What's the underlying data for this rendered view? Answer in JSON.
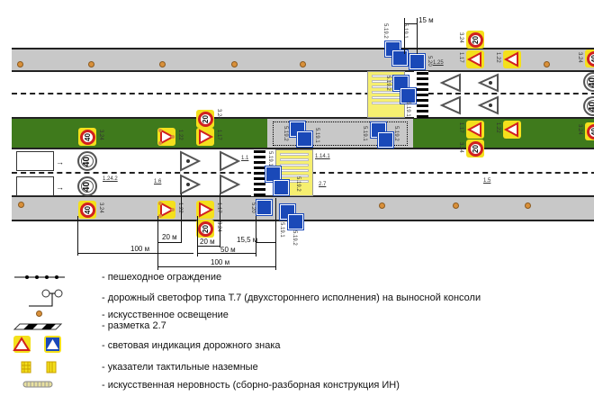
{
  "diagram": {
    "speed_limits": {
      "s40": "40",
      "s20": "20"
    },
    "sign_codes": {
      "c324": "3.24",
      "c117": "1.17",
      "c122": "1.22",
      "c520": "5.20",
      "c5191": "5.19.1",
      "c5192": "5.19.2"
    },
    "marking_labels": {
      "m11": "1.1",
      "m16": "1.6",
      "m15": "1.5",
      "m1242": "1.24.2",
      "m1141": "1.14.1",
      "m27": "2.7",
      "m125": "1.25"
    },
    "dimensions": {
      "d20a": "20 м",
      "d20b": "20 м",
      "d155": "15,5 м",
      "d100a": "100 м",
      "d50": "50 м",
      "d100b": "100 м",
      "d15": "15 м"
    }
  },
  "legend": [
    {
      "icon": "pedestrian-fence-icon",
      "text": "- пешеходное ограждение"
    },
    {
      "icon": "traffic-light-icon",
      "text": "- дорожный светофор типа Т.7 (двухстороннего исполнения) на выносной консоли"
    },
    {
      "icon": "lamp-icon",
      "text": "- искусственное освещение"
    },
    {
      "icon": "marking-icon",
      "text": "- разметка 2.7"
    },
    {
      "icon": "sign-lighting-icon",
      "text": "- световая индикация дорожного знака"
    },
    {
      "icon": "tactile-icon",
      "text": "- указатели тактильные наземные"
    },
    {
      "icon": "speed-bump-icon",
      "text": "- искусственная неровность (сборно-разборная конструкция ИН)"
    }
  ],
  "colors": {
    "median": "#3f7a1c",
    "sidewalk": "#c8c8c8",
    "sign_yellow": "#f4e01c",
    "sign_blue": "#1a49b8",
    "sign_red": "#d12020"
  }
}
